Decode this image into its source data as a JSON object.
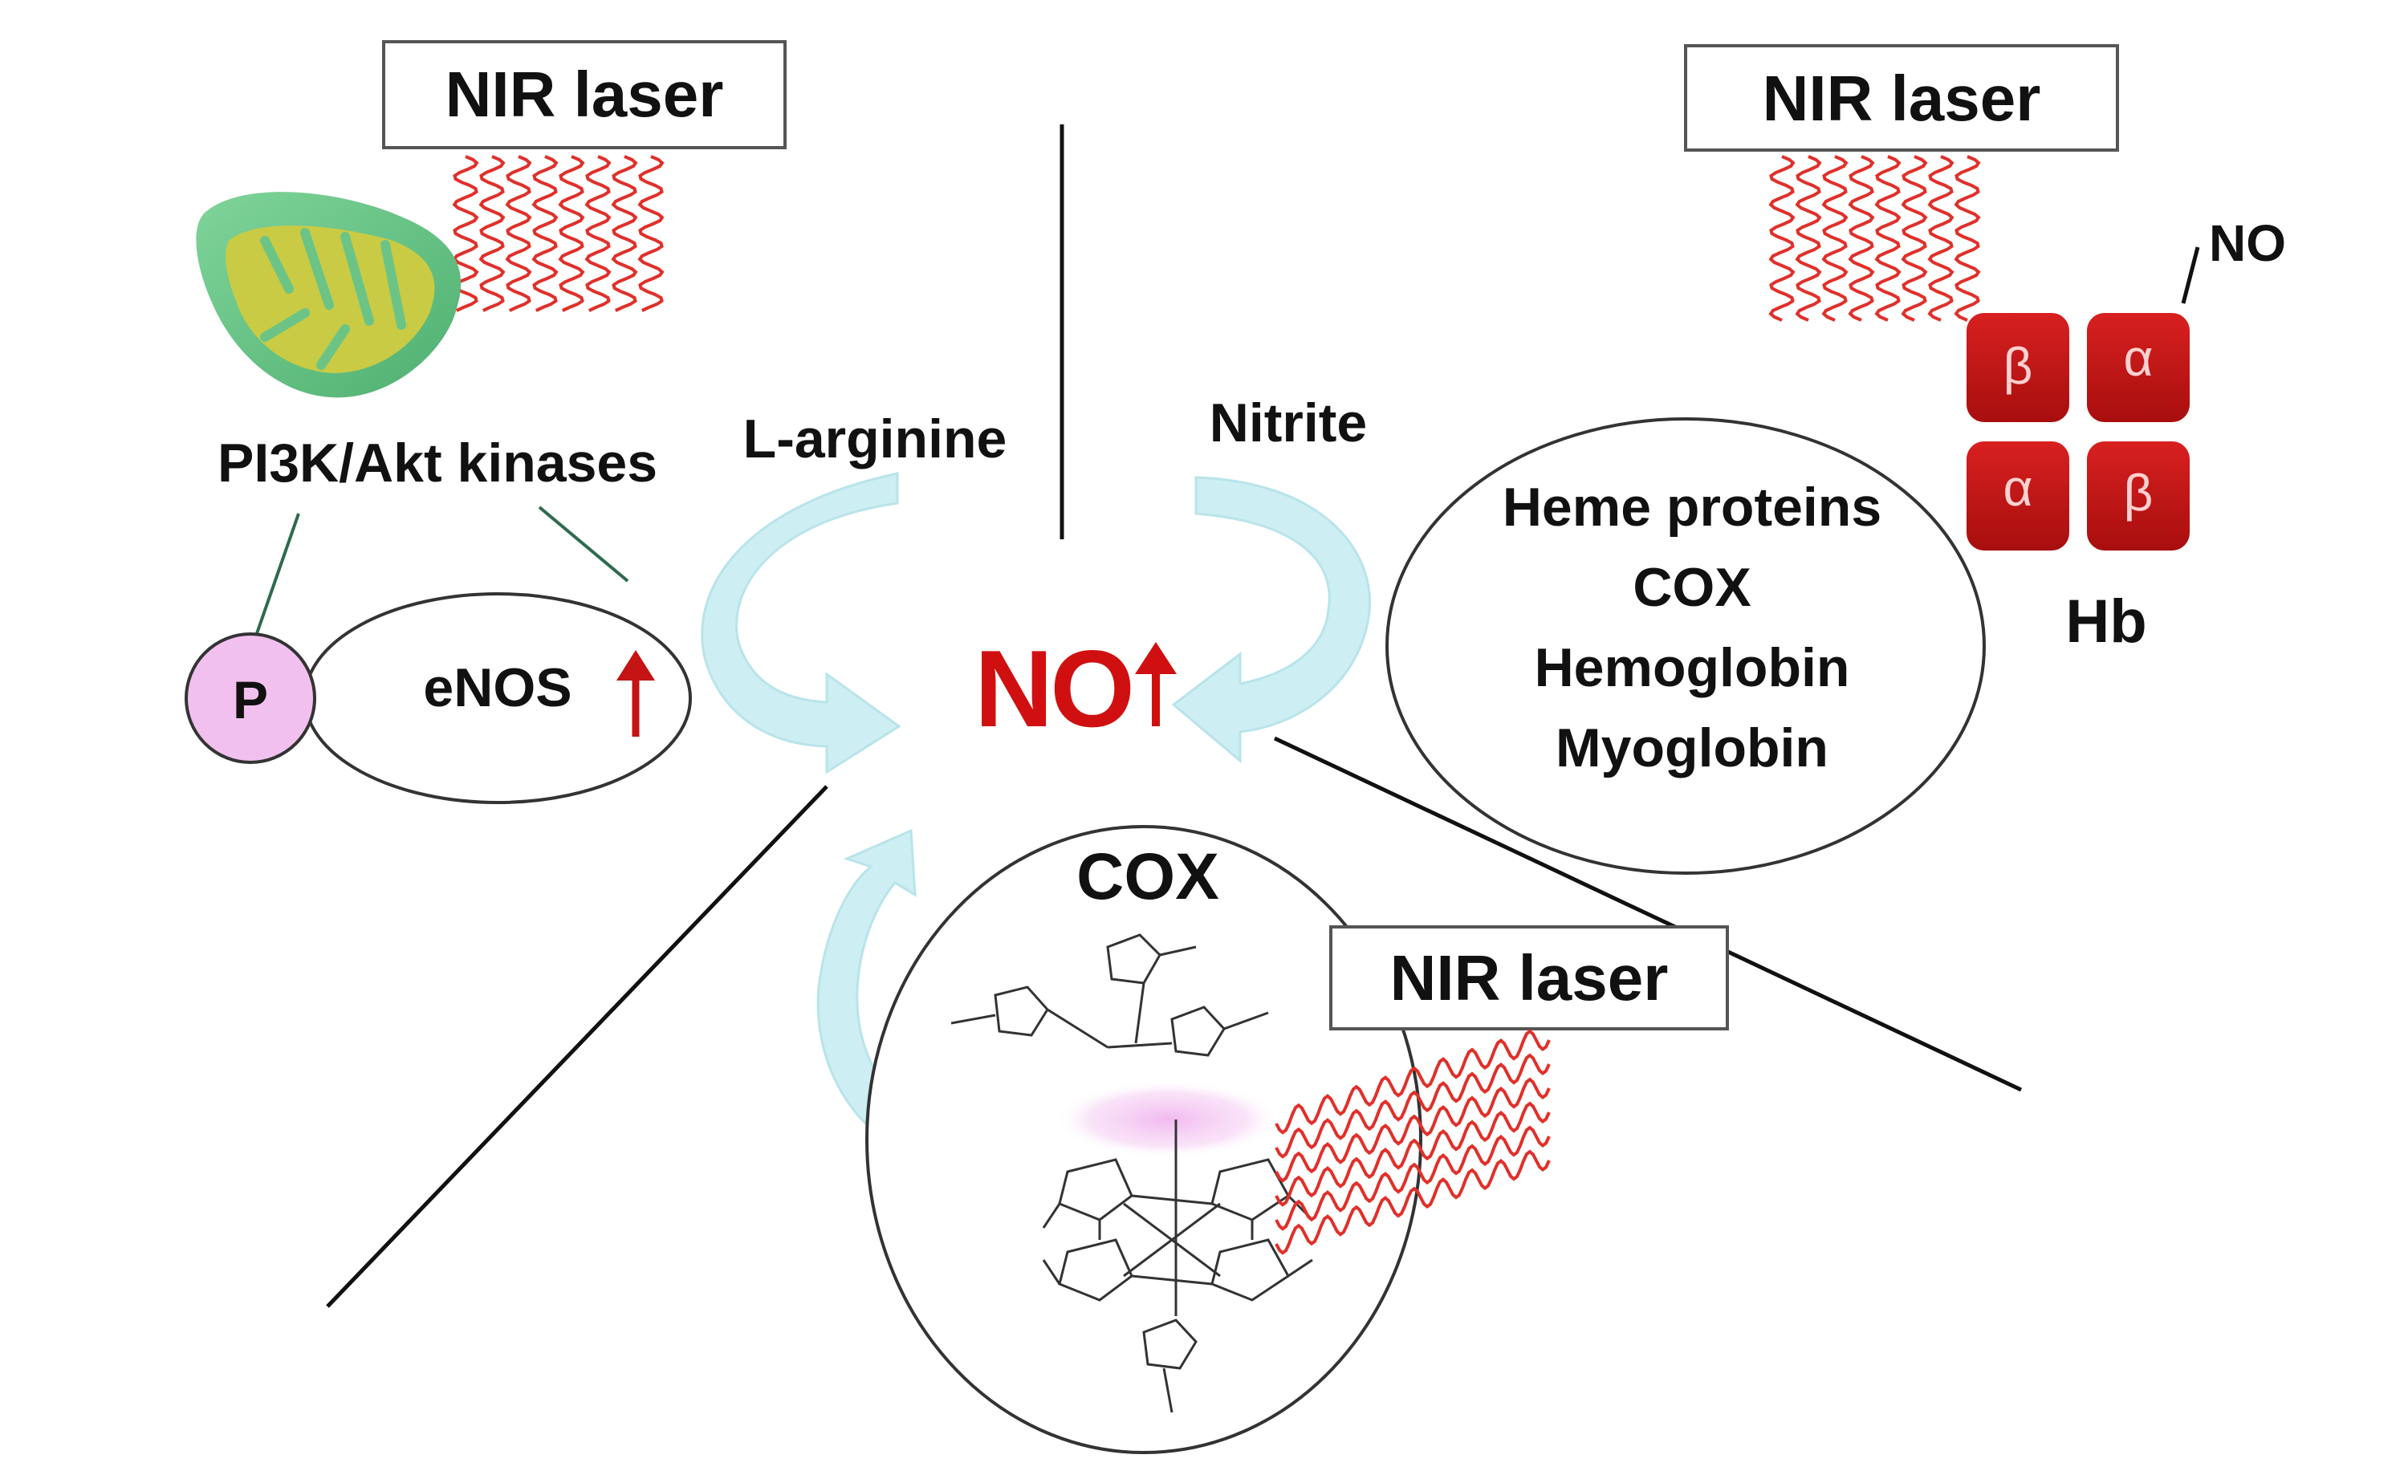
{
  "lasers": {
    "top_left": "NIR laser",
    "top_right": "NIR laser",
    "bottom": "NIR laser"
  },
  "labels": {
    "pi3k": "PI3K/Akt kinases",
    "l_arginine": "L-arginine",
    "nitrite": "Nitrite",
    "phospho": "P",
    "enos": "eNOS",
    "no_center": "NO",
    "cox_title": "COX",
    "hb": "Hb",
    "no_small": "NO"
  },
  "heme_list": [
    "Heme proteins",
    "COX",
    "Hemoglobin",
    "Myoglobin"
  ],
  "hb_subunits": [
    "β",
    "α",
    "α",
    "β"
  ],
  "colors": {
    "laser_wave": "#e0302a",
    "arrow_fill": "#cdeef2",
    "no_red": "#d01010",
    "phospho_fill": "#f2c0ee",
    "hb_red": "#c41414",
    "mito_outer": "#6cc88a",
    "mito_inner": "#c8c83c",
    "highlight": "#f0b6ee"
  }
}
